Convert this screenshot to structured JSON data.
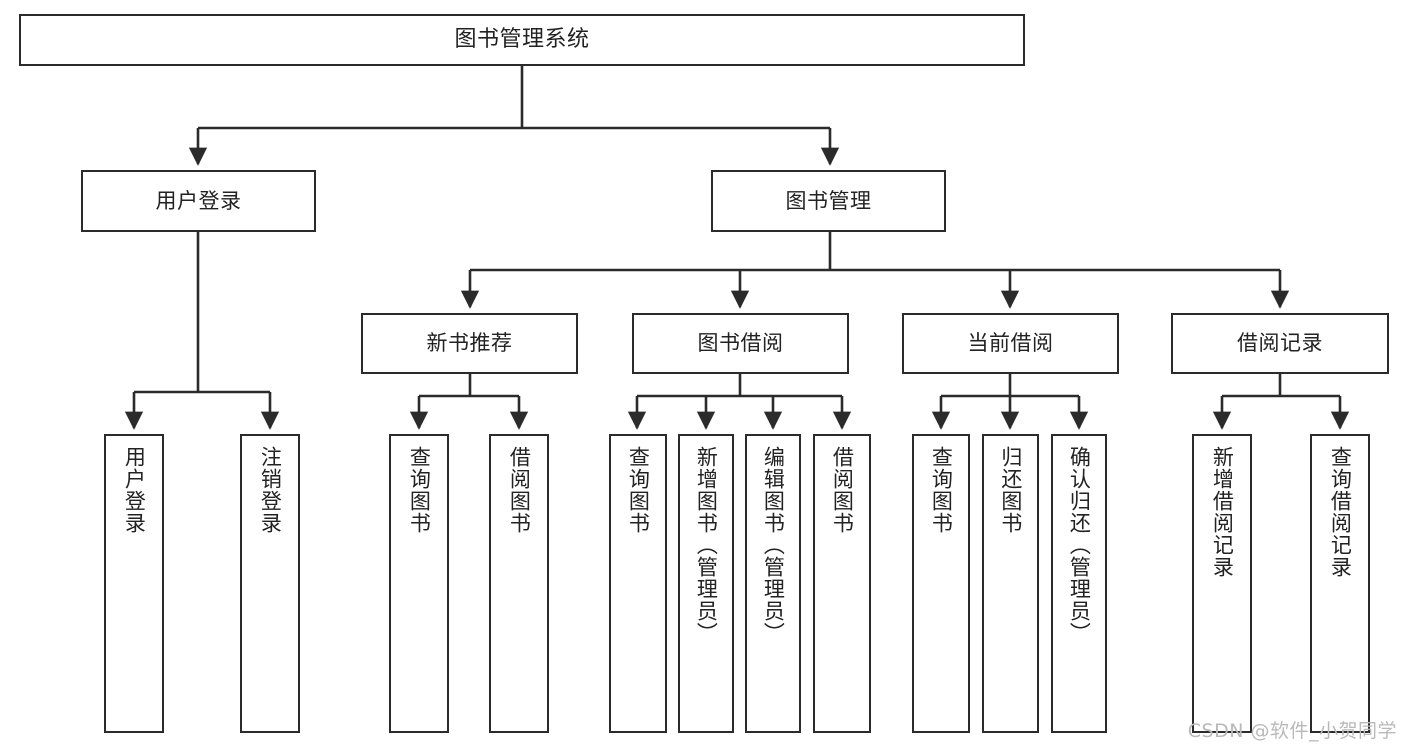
{
  "diagram": {
    "type": "tree",
    "title": "图书管理系统",
    "colors": {
      "background": "#ffffff",
      "box_border": "#2b2b2b",
      "box_fill": "#ffffff",
      "text": "#222222",
      "edge": "#2b2b2b",
      "watermark": "#b9b9b9"
    },
    "root": {
      "label": "图书管理系统"
    },
    "level1": [
      {
        "label": "用户登录"
      },
      {
        "label": "图书管理"
      }
    ],
    "level2": [
      {
        "label": "新书推荐"
      },
      {
        "label": "图书借阅"
      },
      {
        "label": "当前借阅"
      },
      {
        "label": "借阅记录"
      }
    ],
    "leaves": {
      "user_login": [
        {
          "label": "用户登录"
        },
        {
          "label": "注销登录"
        }
      ],
      "new_book_recommend": [
        {
          "label": "查询图书"
        },
        {
          "label": "借阅图书"
        }
      ],
      "book_borrow": [
        {
          "label": "查询图书"
        },
        {
          "label": "新增图书（管理员）"
        },
        {
          "label": "编辑图书（管理员）"
        },
        {
          "label": "借阅图书"
        }
      ],
      "current_borrow": [
        {
          "label": "查询图书"
        },
        {
          "label": "归还图书"
        },
        {
          "label": "确认归还（管理员）"
        }
      ],
      "borrow_records": [
        {
          "label": "新增借阅记录"
        },
        {
          "label": "查询借阅记录"
        }
      ]
    }
  },
  "watermark": {
    "text": "CSDN @软件_小贺同学"
  }
}
